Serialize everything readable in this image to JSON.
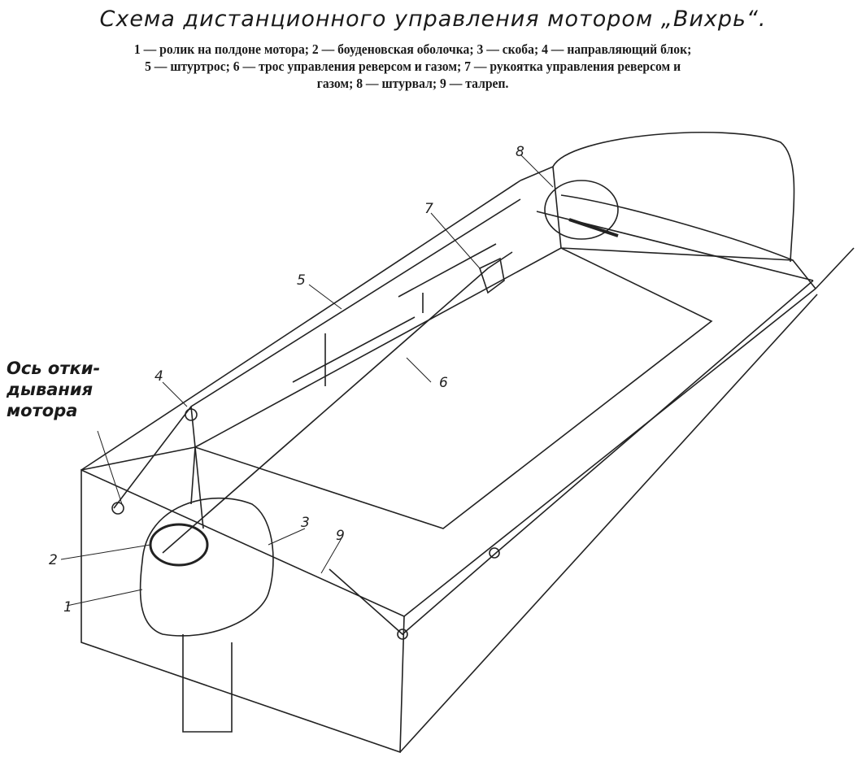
{
  "title": "Схема дистанционного управления мотором „Вихрь“.",
  "legend": {
    "line1": "1 — ролик на полдоне мотора; 2 — боуденовская оболочка; 3 — скоба; 4 — направляющий блок;",
    "line2": "5 — штуртрос; 6 — трос управления реверсом и газом; 7 — рукоятка управления реверсом и",
    "line3": "газом; 8 — штурвал; 9 — талреп."
  },
  "annotation": {
    "line1": "Ось отки-",
    "line2": "дывания",
    "line3": "мотора"
  },
  "callouts": {
    "c1": "1",
    "c2": "2",
    "c3": "3",
    "c4": "4",
    "c5": "5",
    "c6": "6",
    "c7": "7",
    "c8": "8",
    "c9": "9"
  }
}
